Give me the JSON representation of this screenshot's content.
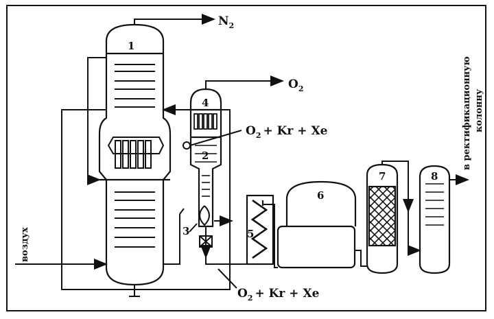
{
  "diagram": {
    "numbers": [
      "1",
      "2",
      "3",
      "4",
      "5",
      "6",
      "7",
      "8"
    ],
    "outputs": {
      "n2": {
        "main": "N",
        "sub": "2"
      },
      "o2": {
        "main": "O",
        "sub": "2"
      },
      "mix_top": {
        "a": "O",
        "sub": "2",
        "b": "+ Kr + Xe"
      },
      "mix_bottom": {
        "a": "O",
        "sub": "2",
        "b": "+ Kr + Xe"
      }
    },
    "air_label": "воздух",
    "side_line1": "в ректификационную",
    "side_line2": "колонну"
  },
  "colors": {
    "ink": "#111111",
    "paper": "#ffffff"
  }
}
